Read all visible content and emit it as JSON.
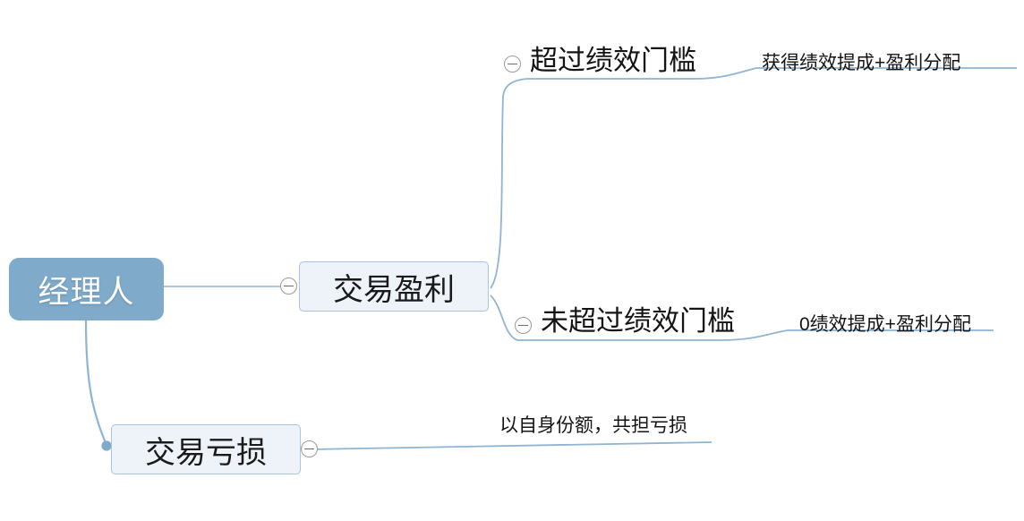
{
  "diagram": {
    "type": "mindmap",
    "title": "",
    "colors": {
      "root_fill": "#7faaca",
      "root_text": "#ffffff",
      "branch_fill": "#eef3f9",
      "branch_border": "#a8c4de",
      "connector": "#8fb4d4",
      "text": "#141414",
      "toggle_border": "#9a9a9a",
      "canvas": "#ffffff"
    },
    "root": {
      "label": "经理人"
    },
    "branches": [
      {
        "label": "交易盈利",
        "toggle_icon": "collapse-minus-icon",
        "children": [
          {
            "label": "超过绩效门槛",
            "toggle_icon": "collapse-minus-icon",
            "tail_label": "获得绩效提成+盈利分配"
          },
          {
            "label": "未超过绩效门槛",
            "toggle_icon": "collapse-minus-icon",
            "tail_label": "0绩效提成+盈利分配"
          }
        ]
      },
      {
        "label": "交易亏损",
        "toggle_icon": "collapse-minus-icon",
        "children": [],
        "tail_label": "以自身份额，共担亏损"
      }
    ]
  }
}
